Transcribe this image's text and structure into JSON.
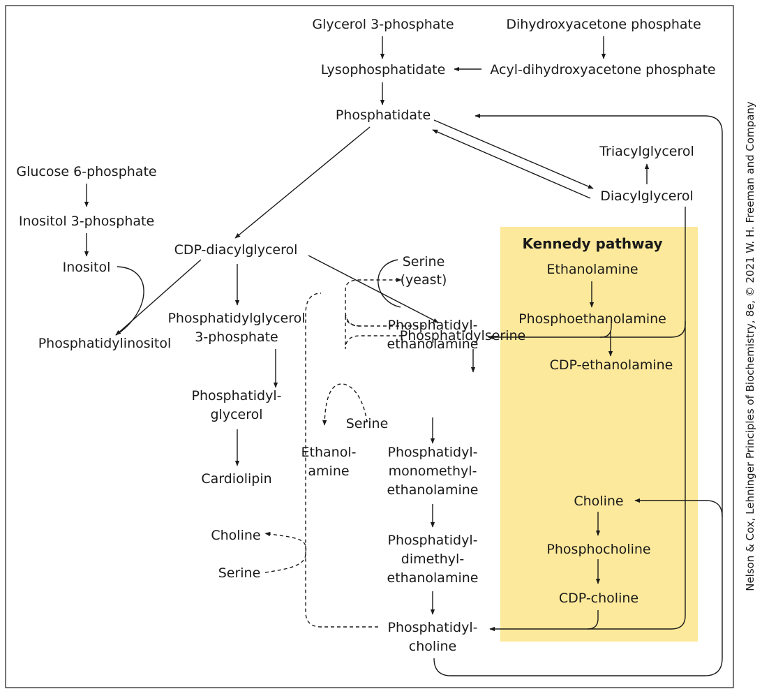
{
  "kennedy": {
    "title": "Kennedy pathway",
    "fill": "#fde99b"
  },
  "nodes": {
    "g3p": "Glycerol 3-phosphate",
    "dhap": "Dihydroxyacetone phosphate",
    "lpa": "Lysophosphatidate",
    "acyl_dhap": "Acyl-dihydroxyacetone phosphate",
    "pa": "Phosphatidate",
    "tag": "Triacylglycerol",
    "dag": "Diacylglycerol",
    "g6p": "Glucose 6-phosphate",
    "i3p": "Inositol 3-phosphate",
    "inositol": "Inositol",
    "cdp_dag": "CDP-diacylglycerol",
    "serine_yeast_1": "Serine",
    "serine_yeast_2": "(yeast)",
    "pi": "Phosphatidylinositol",
    "pgp_1": "Phosphatidylglycerol",
    "pgp_2": "3-phosphate",
    "ps": "Phosphatidylserine",
    "pe_1": "Phosphatidyl-",
    "pe_2": "ethanolamine",
    "pg_1": "Phosphatidyl-",
    "pg_2": "glycerol",
    "serine_pe": "Serine",
    "ethanolamine_1": "Ethanol-",
    "ethanolamine_2": "amine",
    "cardiolipin": "Cardiolipin",
    "pme_1": "Phosphatidyl-",
    "pme_2": "monomethyl-",
    "pme_3": "ethanolamine",
    "pde_1": "Phosphatidyl-",
    "pde_2": "dimethyl-",
    "pde_3": "ethanolamine",
    "pc_1": "Phosphatidyl-",
    "pc_2": "choline",
    "choline_left": "Choline",
    "serine_left": "Serine",
    "k_ethanolamine": "Ethanolamine",
    "k_phosphoethanolamine": "Phosphoethanolamine",
    "k_cdp_ethanolamine": "CDP-ethanolamine",
    "k_choline": "Choline",
    "k_phosphocholine": "Phosphocholine",
    "k_cdp_choline": "CDP-choline"
  },
  "credit": "Nelson & Cox, Lehninger Principles of Biochemistry, 8e, © 2021 W. H. Freeman and Company"
}
